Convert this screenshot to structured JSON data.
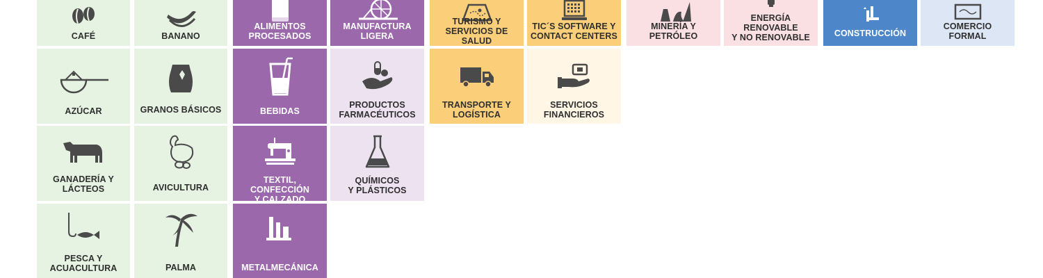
{
  "sectors": [
    {
      "id": "cafe",
      "label": "CAFÉ",
      "icon": "coffee-beans-icon",
      "group": "agro"
    },
    {
      "id": "banano",
      "label": "BANANO",
      "icon": "banana-icon",
      "group": "agro"
    },
    {
      "id": "alimentos",
      "label": "ALIMENTOS\nPROCESADOS",
      "icon": "can-icon",
      "group": "manufactura"
    },
    {
      "id": "manufactura",
      "label": "MANUFACTURA\nLIGERA",
      "icon": "spinning-wheel-icon",
      "group": "manufactura"
    },
    {
      "id": "turismo",
      "label": "TURISMO Y\nSERVICIOS DE SALUD",
      "icon": "map-icon",
      "group": "servicios"
    },
    {
      "id": "tic",
      "label": "TIC´S SOFTWARE Y\nCONTACT CENTERS",
      "icon": "computer-icon",
      "group": "servicios"
    },
    {
      "id": "mineria",
      "label": "MINERÍA Y\nPETRÓLEO",
      "icon": "mining-icon",
      "group": "energia"
    },
    {
      "id": "energia",
      "label": "ENERGÍA\nRENOVABLE\nY NO RENOVABLE",
      "icon": "lightbulb-icon",
      "group": "energia"
    },
    {
      "id": "construccion",
      "label": "CONSTRUCCIÓN",
      "icon": "crane-icon",
      "group": "construccion"
    },
    {
      "id": "comercio",
      "label": "COMERCIO\nFORMAL",
      "icon": "banknote-icon",
      "group": "comercio"
    },
    {
      "id": "azucar",
      "label": "AZÚCAR",
      "icon": "sugar-scoop-icon",
      "group": "agro"
    },
    {
      "id": "granos",
      "label": "GRANOS BÁSICOS",
      "icon": "grain-sack-icon",
      "group": "agro"
    },
    {
      "id": "bebidas",
      "label": "BEBIDAS",
      "icon": "drink-glass-icon",
      "group": "manufactura"
    },
    {
      "id": "farma",
      "label": "PRODUCTOS\nFARMACÉUTICOS",
      "icon": "pill-hand-icon",
      "group": "manufactura"
    },
    {
      "id": "transporte",
      "label": "TRANSPORTE Y\nLOGÍSTICA",
      "icon": "truck-icon",
      "group": "servicios"
    },
    {
      "id": "financieros",
      "label": "SERVICIOS\nFINANCIEROS",
      "icon": "payment-hand-icon",
      "group": "servicios"
    },
    {
      "id": "ganaderia",
      "label": "GANADERÍA Y\nLÁCTEOS",
      "icon": "cow-icon",
      "group": "agro"
    },
    {
      "id": "avicultura",
      "label": "AVICULTURA",
      "icon": "hen-icon",
      "group": "agro"
    },
    {
      "id": "textil",
      "label": "TEXTIL, CONFECCIÓN\nY CALZADO",
      "icon": "sewing-machine-icon",
      "group": "manufactura"
    },
    {
      "id": "quimicos",
      "label": "QUÍMICOS\nY PLÁSTICOS",
      "icon": "flask-icon",
      "group": "manufactura"
    },
    {
      "id": "pesca",
      "label": "PESCA Y\nACUACULTURA",
      "icon": "fish-hook-icon",
      "group": "agro"
    },
    {
      "id": "palma",
      "label": "PALMA",
      "icon": "palm-tree-icon",
      "group": "agro"
    },
    {
      "id": "metalmecanica",
      "label": "METALMECÁNICA",
      "icon": "factory-icon",
      "group": "manufactura"
    }
  ],
  "colors": {
    "agro": "#e6f2e2",
    "manufactura": "#9b68ac",
    "manufactura_light": "#ede2f0",
    "servicios": "#fbce79",
    "servicios_light": "#fff6e5",
    "energia": "#fadfe3",
    "construccion": "#4d87c9",
    "comercio": "#dde6f5",
    "icon_dark": "#4a4a4a",
    "icon_light": "#ffffff"
  }
}
